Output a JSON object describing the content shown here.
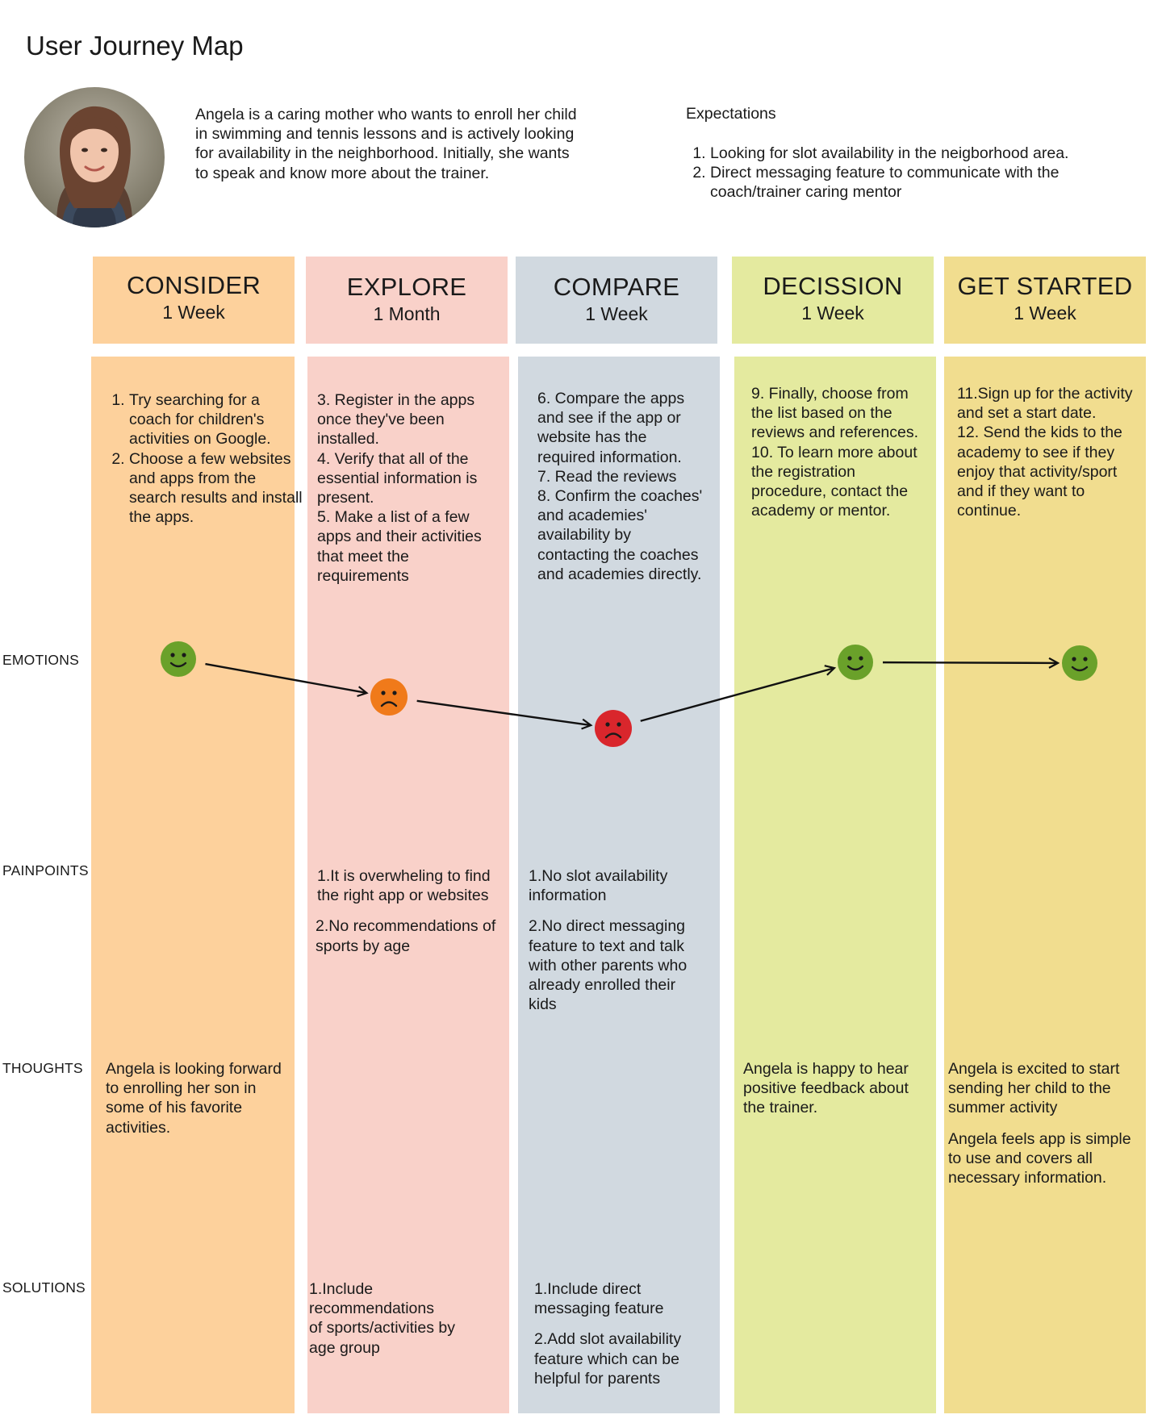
{
  "title": "User Journey Map",
  "persona": {
    "avatar_alt": "avatar",
    "description": "Angela is a caring mother who wants to enroll her child in swimming and tennis lessons and is actively looking for availability in the neighborhood. Initially, she wants to speak  and know more about the trainer."
  },
  "expectations": {
    "title": "Expectations",
    "items": [
      "Looking for slot availability in the neigborhood area.",
      "Direct messaging feature to communicate with the coach/trainer caring mentor"
    ]
  },
  "row_labels": {
    "emotions": "EMOTIONS",
    "painpoints": "PAINPOINTS",
    "thoughts": "THOUGHTS",
    "solutions": "SOLUTIONS"
  },
  "stages": [
    {
      "name": "CONSIDER",
      "duration": "1 Week",
      "color": "#fdd19c",
      "actions": [
        "Try searching for a coach for children's activities on Google.",
        "Choose a few websites and apps from the search results and install the apps."
      ],
      "painpoints": [],
      "thoughts": [
        "Angela is looking forward to enrolling her son in some of his favorite activities."
      ],
      "solutions": []
    },
    {
      "name": "EXPLORE",
      "duration": "1 Month",
      "color": "#f9d1c9",
      "actions": [
        "3. Register in the apps once they've been installed.",
        "4. Verify that all of the essential information is present.",
        "5. Make a list of a few apps and their activities that meet the requirements"
      ],
      "painpoints": [
        "1.It  is overwheling to find",
        "the right app or websites",
        "2.No recommendations of sports by age"
      ],
      "thoughts": [],
      "solutions": [
        "1.Include",
        "recommendations",
        "of sports/activities by",
        " age group"
      ]
    },
    {
      "name": "COMPARE",
      "duration": "1 Week",
      "color": "#d1d9e0",
      "actions": [
        "6. Compare the apps and see if the app or website has the required information.",
        "7. Read the reviews",
        "8. Confirm the coaches' and academies' availability by contacting the coaches and academies directly."
      ],
      "painpoints": [
        "1.No slot availability information",
        "2.No direct messaging feature to text and talk with other parents who already enrolled their",
        " kids"
      ],
      "thoughts": [],
      "solutions": [
        "1.Include direct messaging feature",
        "2.Add slot availability feature which can be helpful for parents"
      ]
    },
    {
      "name": "DECISSION",
      "duration": "1 Week",
      "color": "#e4ea9f",
      "actions": [
        "9. Finally, choose from the list based on the reviews and references.",
        "10. To learn more about the registration procedure, contact the academy or mentor."
      ],
      "painpoints": [],
      "thoughts": [
        "Angela is happy to hear positive feedback about the trainer."
      ],
      "solutions": []
    },
    {
      "name": "GET STARTED",
      "duration": "1 Week",
      "color": "#f1dd8f",
      "actions": [
        "11.Sign up for the activity and set a start date.",
        "12. Send the kids to the academy to see if they enjoy that activity/sport and if they want to continue."
      ],
      "painpoints": [],
      "thoughts": [
        "Angela is excited to start sending her child to the summer activity",
        "Angela feels app is simple to use and covers all necessary information."
      ],
      "solutions": []
    }
  ],
  "emotions": [
    {
      "stage": "CONSIDER",
      "mood": "happy",
      "color": "#6aa12a",
      "icon": "smiley-face-icon"
    },
    {
      "stage": "EXPLORE",
      "mood": "sad",
      "color": "#f07a1a",
      "icon": "frown-face-icon"
    },
    {
      "stage": "COMPARE",
      "mood": "very-sad",
      "color": "#d9262c",
      "icon": "frown-face-icon"
    },
    {
      "stage": "DECISSION",
      "mood": "happy",
      "color": "#6aa12a",
      "icon": "smiley-face-icon"
    },
    {
      "stage": "GET STARTED",
      "mood": "happy",
      "color": "#6aa12a",
      "icon": "smiley-face-icon"
    }
  ]
}
